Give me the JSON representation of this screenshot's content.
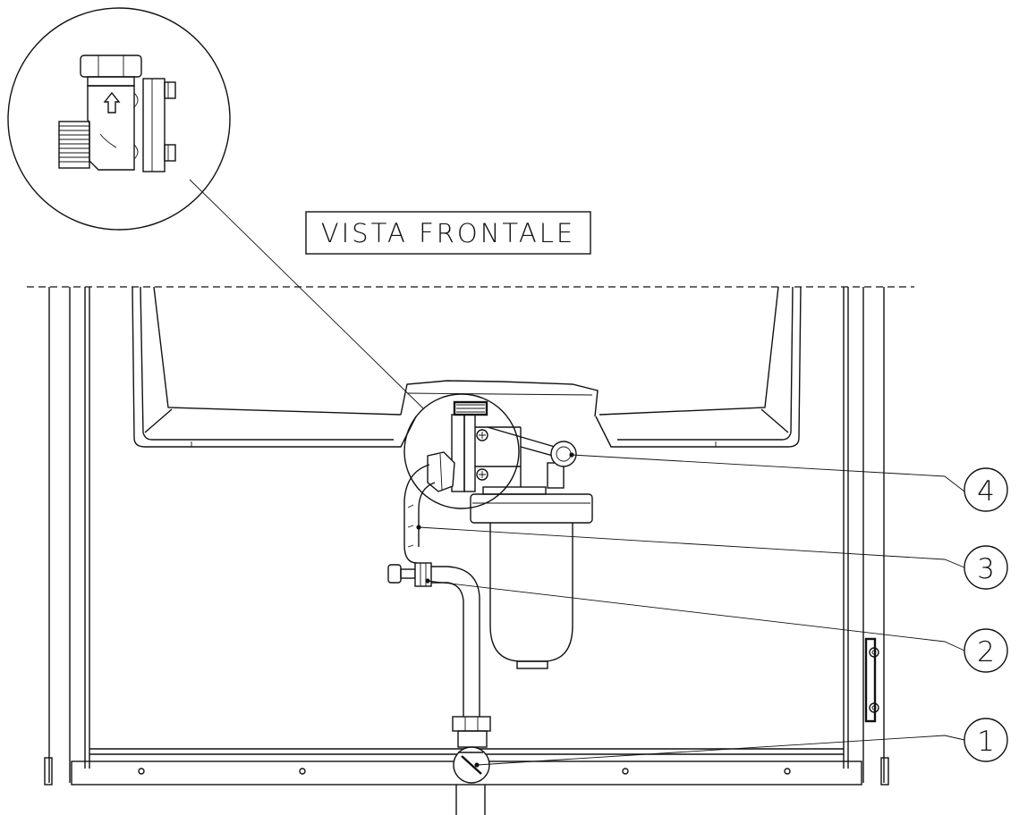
{
  "drawing": {
    "title": "VISTA FRONTALE",
    "callouts": [
      {
        "number": "4"
      },
      {
        "number": "3"
      },
      {
        "number": "2"
      },
      {
        "number": "1"
      }
    ]
  }
}
